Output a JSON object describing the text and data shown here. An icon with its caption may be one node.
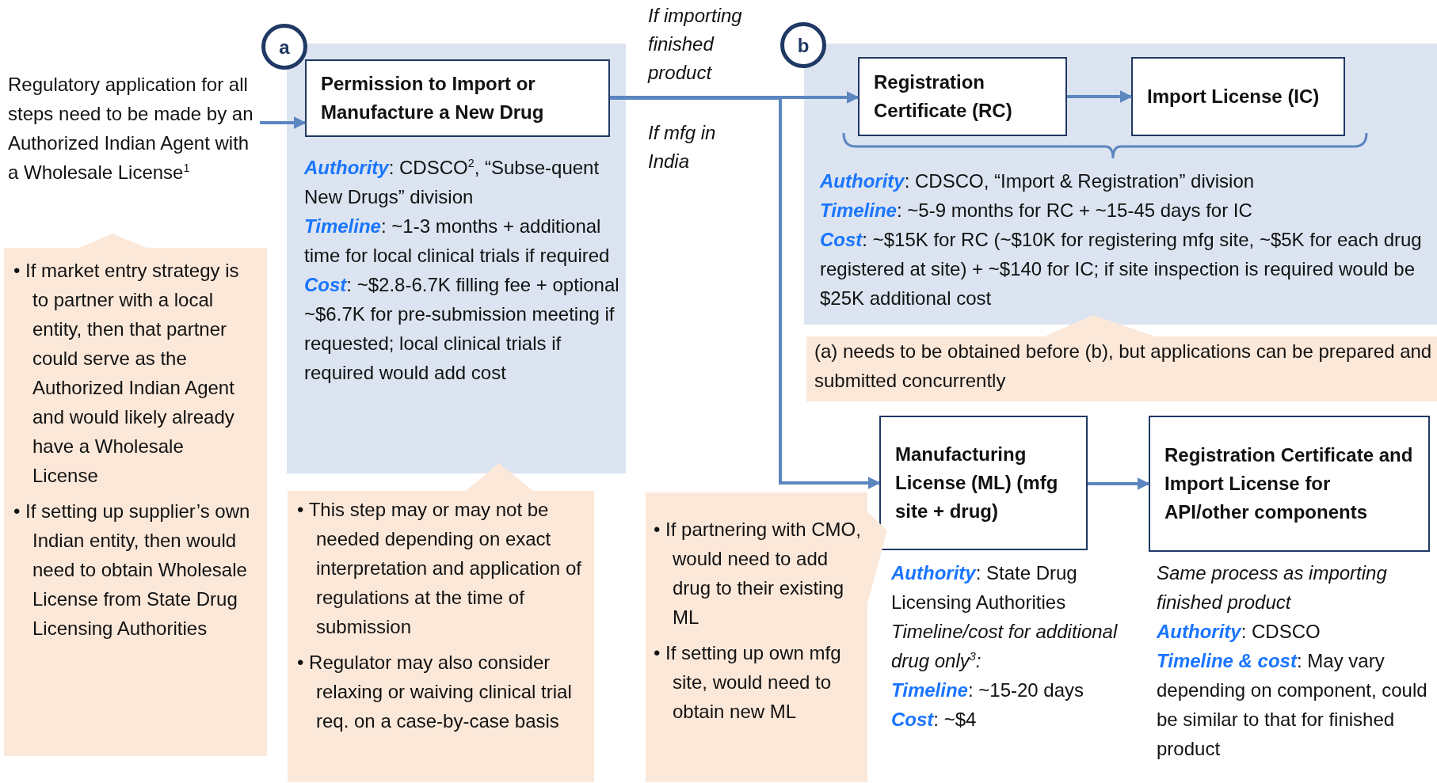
{
  "diagram": {
    "nodes": [
      {
        "text": [
          "Regulatory application for all steps need to be made by an Authorized Indian Agent with a Wholesale License$^{1}$"
        ]
      },
      {
        "text": [
          "a"
        ]
      },
      {
        "text": [
          "**Authority**: CDSCO$^{2}$, “Subse-quent New Drugs” division",
          "**Timeline**: ~1-3 months + additional time for local clinical trials if required",
          "**Cost**: ~$2.8-6.7K filling fee + optional ~$6.7K for pre-submission meeting if requested; local clinical trials if required would add cost"
        ]
      },
      {
        "text": [
          "Permission to Import or Manufacture a New Drug"
        ],
        "in": 2
      },
      {
        "text": [
          "• If market entry strategy is to partner with a local entity, then that partner could serve as the Authorized Indian Agent and would likely already have a Wholesale License",
          "• If setting up supplier’s own Indian entity, then would need to obtain Wholesale License from State Drug Licensing Authorities"
        ]
      },
      {
        "text": [
          "• This step may or may not be needed depending on exact interpretation and application of regulations at the time of submission",
          "• Regulator may also consider relaxing or waiving clinical trial req. on a case-by-case basis"
        ]
      },
      {
        "text": [
          "b"
        ]
      },
      {
        "text": [
          "**Authority**: CDSCO, “Import & Registration” division",
          "**Timeline**: ~5-9 months for RC + ~15-45 days for IC",
          "**Cost**: ~$15K for RC (~$10K for registering mfg site, ~$5K for each drug registered at site) + ~$140 for IC; if site inspection is required would be $25K additional cost"
        ]
      },
      {
        "text": [
          "Registration Certificate (RC)"
        ],
        "in": 7
      },
      {
        "text": [
          "Import License (IC)"
        ],
        "in": 7
      },
      {
        "text": [
          "(a) needs to be obtained before (b), but applications can be prepared and submitted concurrently"
        ]
      },
      {
        "text": [
          "Manufacturing License (ML) (mfg site + drug)"
        ],
        "beside": [
          "**Authority**: State Drug Licensing Authorities",
          "*Timeline/cost for additional drug only$^{3}$:*",
          "**Timeline**: ~15-20 days",
          "**Cost**: ~$4"
        ]
      },
      {
        "text": [
          "Registration Certificate and Import License for API/other components"
        ],
        "beside": [
          "*Same process as importing finished product*",
          "**Authority**: CDSCO",
          "**Timeline & cost**: May vary depending on component, could be similar to that for finished product"
        ]
      },
      {
        "text": [
          "• If partnering with CMO, would need to add drug to their existing ML",
          "• If setting up own mfg site, would need to obtain new ML"
        ]
      }
    ],
    "edges": [
      {
        "from": 0,
        "to": 3,
        "arrow": "to"
      },
      {
        "from": 3,
        "to": 8,
        "arrow": "to",
        "label": "If importing finished product"
      },
      {
        "from": 3,
        "to": 11,
        "arrow": "to",
        "label": "If mfg in India"
      },
      {
        "from": 8,
        "to": 9,
        "arrow": "to"
      },
      {
        "from": 11,
        "to": 12,
        "arrow": "to"
      }
    ]
  }
}
